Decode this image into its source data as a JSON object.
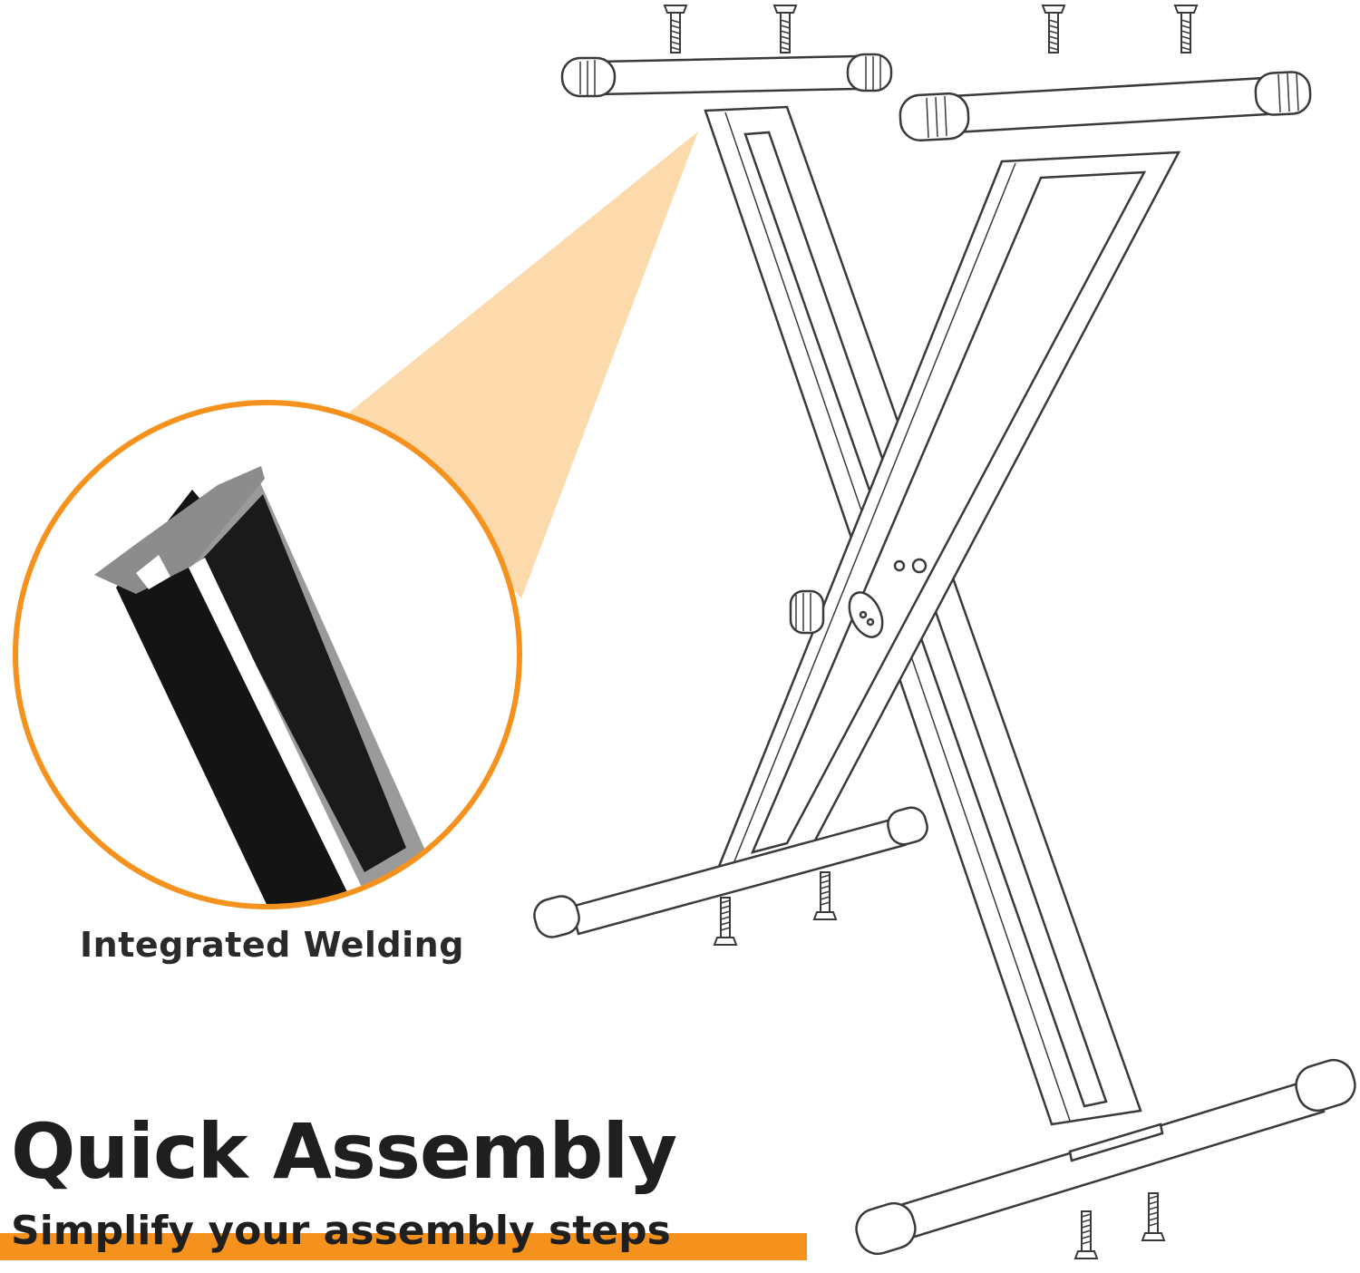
{
  "caption": "Integrated Welding",
  "headline": "Quick Assembly",
  "subheadline": "Simplify your assembly steps",
  "colors": {
    "accent": "#f5921e",
    "beam": "#fbd49e",
    "line": "#3a3a3a",
    "tube_dark": "#141414",
    "tube_light": "#9a9a9a"
  },
  "icons": [
    "screw-icon",
    "end-cap-icon",
    "knob-icon"
  ]
}
